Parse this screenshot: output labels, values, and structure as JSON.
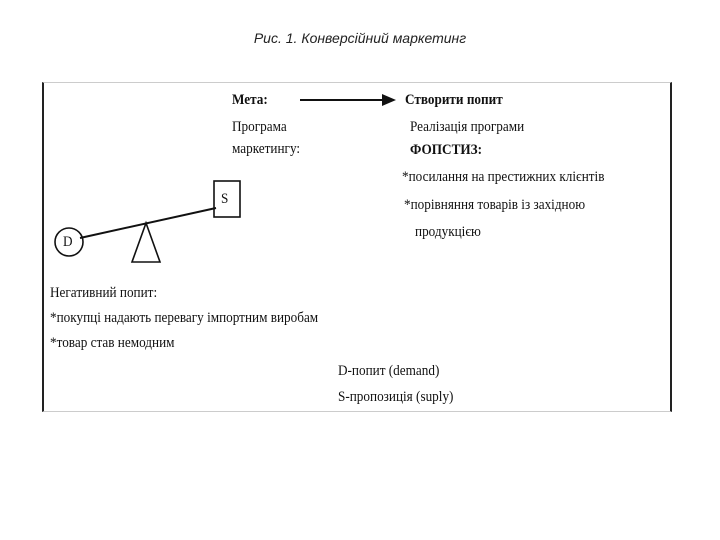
{
  "caption": "Рис. 1. Конверсійний маркетинг",
  "left": {
    "goal_label": "Мета:",
    "program_line1": "Програма",
    "program_line2": "маркетингу:"
  },
  "right": {
    "goal_value": "Створити попит",
    "line1": "Реалізація програми",
    "line2": "ФОПСТИЗ:",
    "line3": "*посилання на престижних клієнтів",
    "line4": "*порівняння товарів із західною",
    "line5": "продукцією"
  },
  "scale": {
    "demand_letter": "D",
    "supply_letter": "S"
  },
  "negative": {
    "heading": "Негативний попит:",
    "item1": "*покупці надають перевагу імпортним виробам",
    "item2": "*товар став немодним"
  },
  "legend": {
    "demand": "D-попит (demand)",
    "supply": "S-пропозиція (suply)"
  }
}
